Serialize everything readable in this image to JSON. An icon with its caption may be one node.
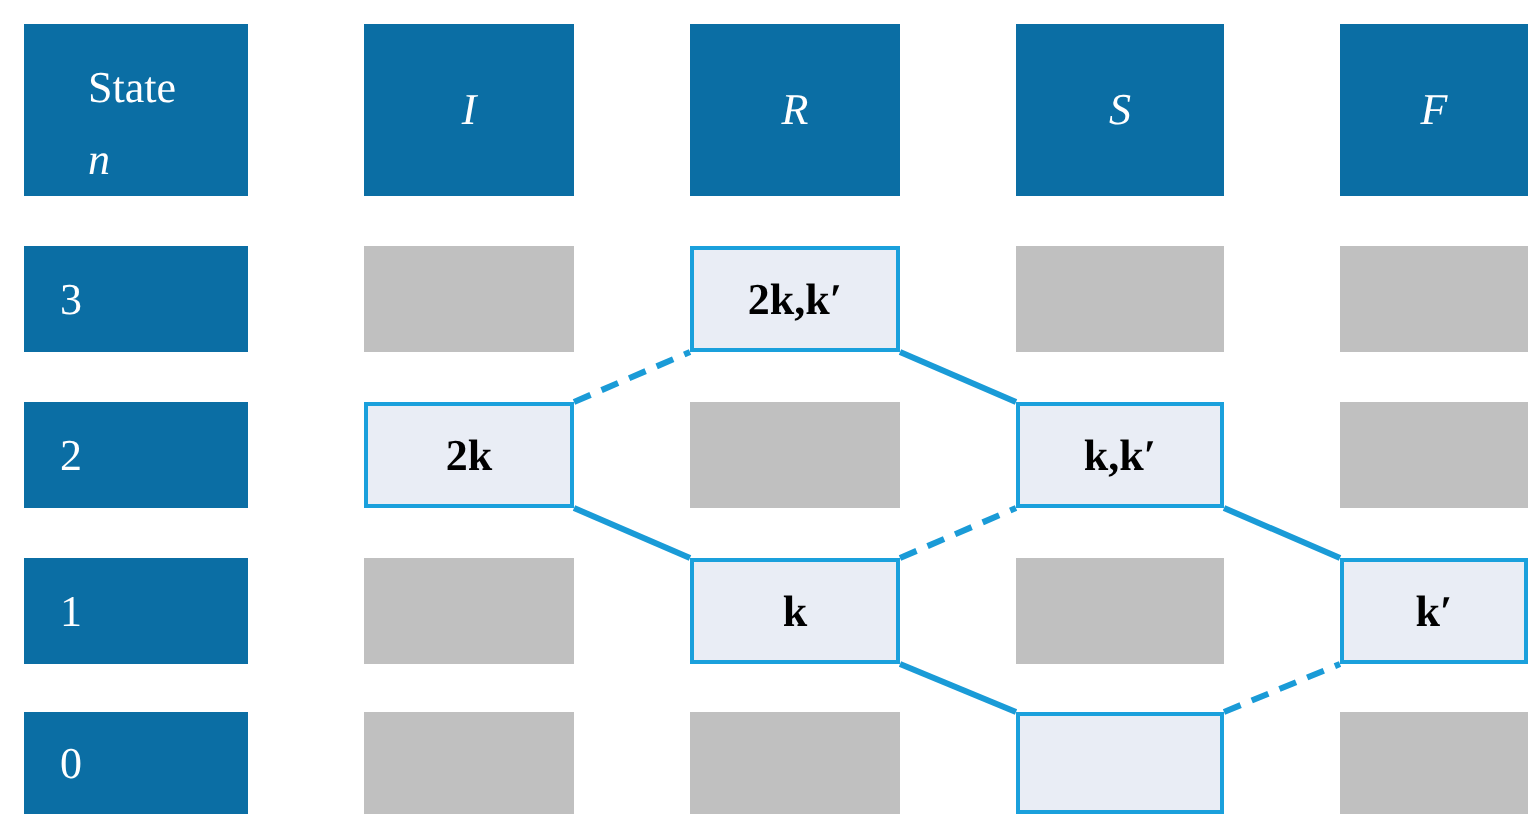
{
  "diagram": {
    "nodes": [
      {
        "text": [
          "State *n*"
        ]
      },
      {
        "text": [
          "I"
        ]
      },
      {
        "text": [
          "R"
        ]
      },
      {
        "text": [
          "S"
        ]
      },
      {
        "text": [
          "F"
        ]
      },
      {
        "text": [
          "3"
        ]
      },
      {
        "text": [],
        "shape": "box"
      },
      {
        "text": [
          "2k,k′"
        ]
      },
      {
        "text": [],
        "shape": "box"
      },
      {
        "text": [],
        "shape": "box"
      },
      {
        "text": [
          "2"
        ]
      },
      {
        "text": [
          "2k"
        ]
      },
      {
        "text": [],
        "shape": "box"
      },
      {
        "text": [
          "k,k′"
        ]
      },
      {
        "text": [],
        "shape": "box"
      },
      {
        "text": [
          "1"
        ]
      },
      {
        "text": [],
        "shape": "box"
      },
      {
        "text": [
          "k"
        ]
      },
      {
        "text": [],
        "shape": "box"
      },
      {
        "text": [
          "k′"
        ]
      },
      {
        "text": [
          "0"
        ]
      },
      {
        "text": [],
        "shape": "box"
      },
      {
        "text": [],
        "shape": "box"
      },
      {
        "text": [],
        "shape": "box"
      },
      {
        "text": [],
        "shape": "box"
      }
    ],
    "edges": [
      {
        "from": 11,
        "to": 7,
        "arrow": "none",
        "style": "dashed",
        "color": "#1a9bd7"
      },
      {
        "from": 11,
        "to": 17,
        "arrow": "none",
        "color": "#1a9bd7"
      },
      {
        "from": 7,
        "to": 13,
        "arrow": "none",
        "color": "#1a9bd7"
      },
      {
        "from": 17,
        "to": 13,
        "arrow": "none",
        "style": "dashed",
        "color": "#1a9bd7"
      },
      {
        "from": 17,
        "to": 23,
        "arrow": "none",
        "color": "#1a9bd7"
      },
      {
        "from": 13,
        "to": 19,
        "arrow": "none",
        "color": "#1a9bd7"
      },
      {
        "from": 23,
        "to": 19,
        "arrow": "none",
        "style": "dashed",
        "color": "#1a9bd7"
      }
    ]
  }
}
